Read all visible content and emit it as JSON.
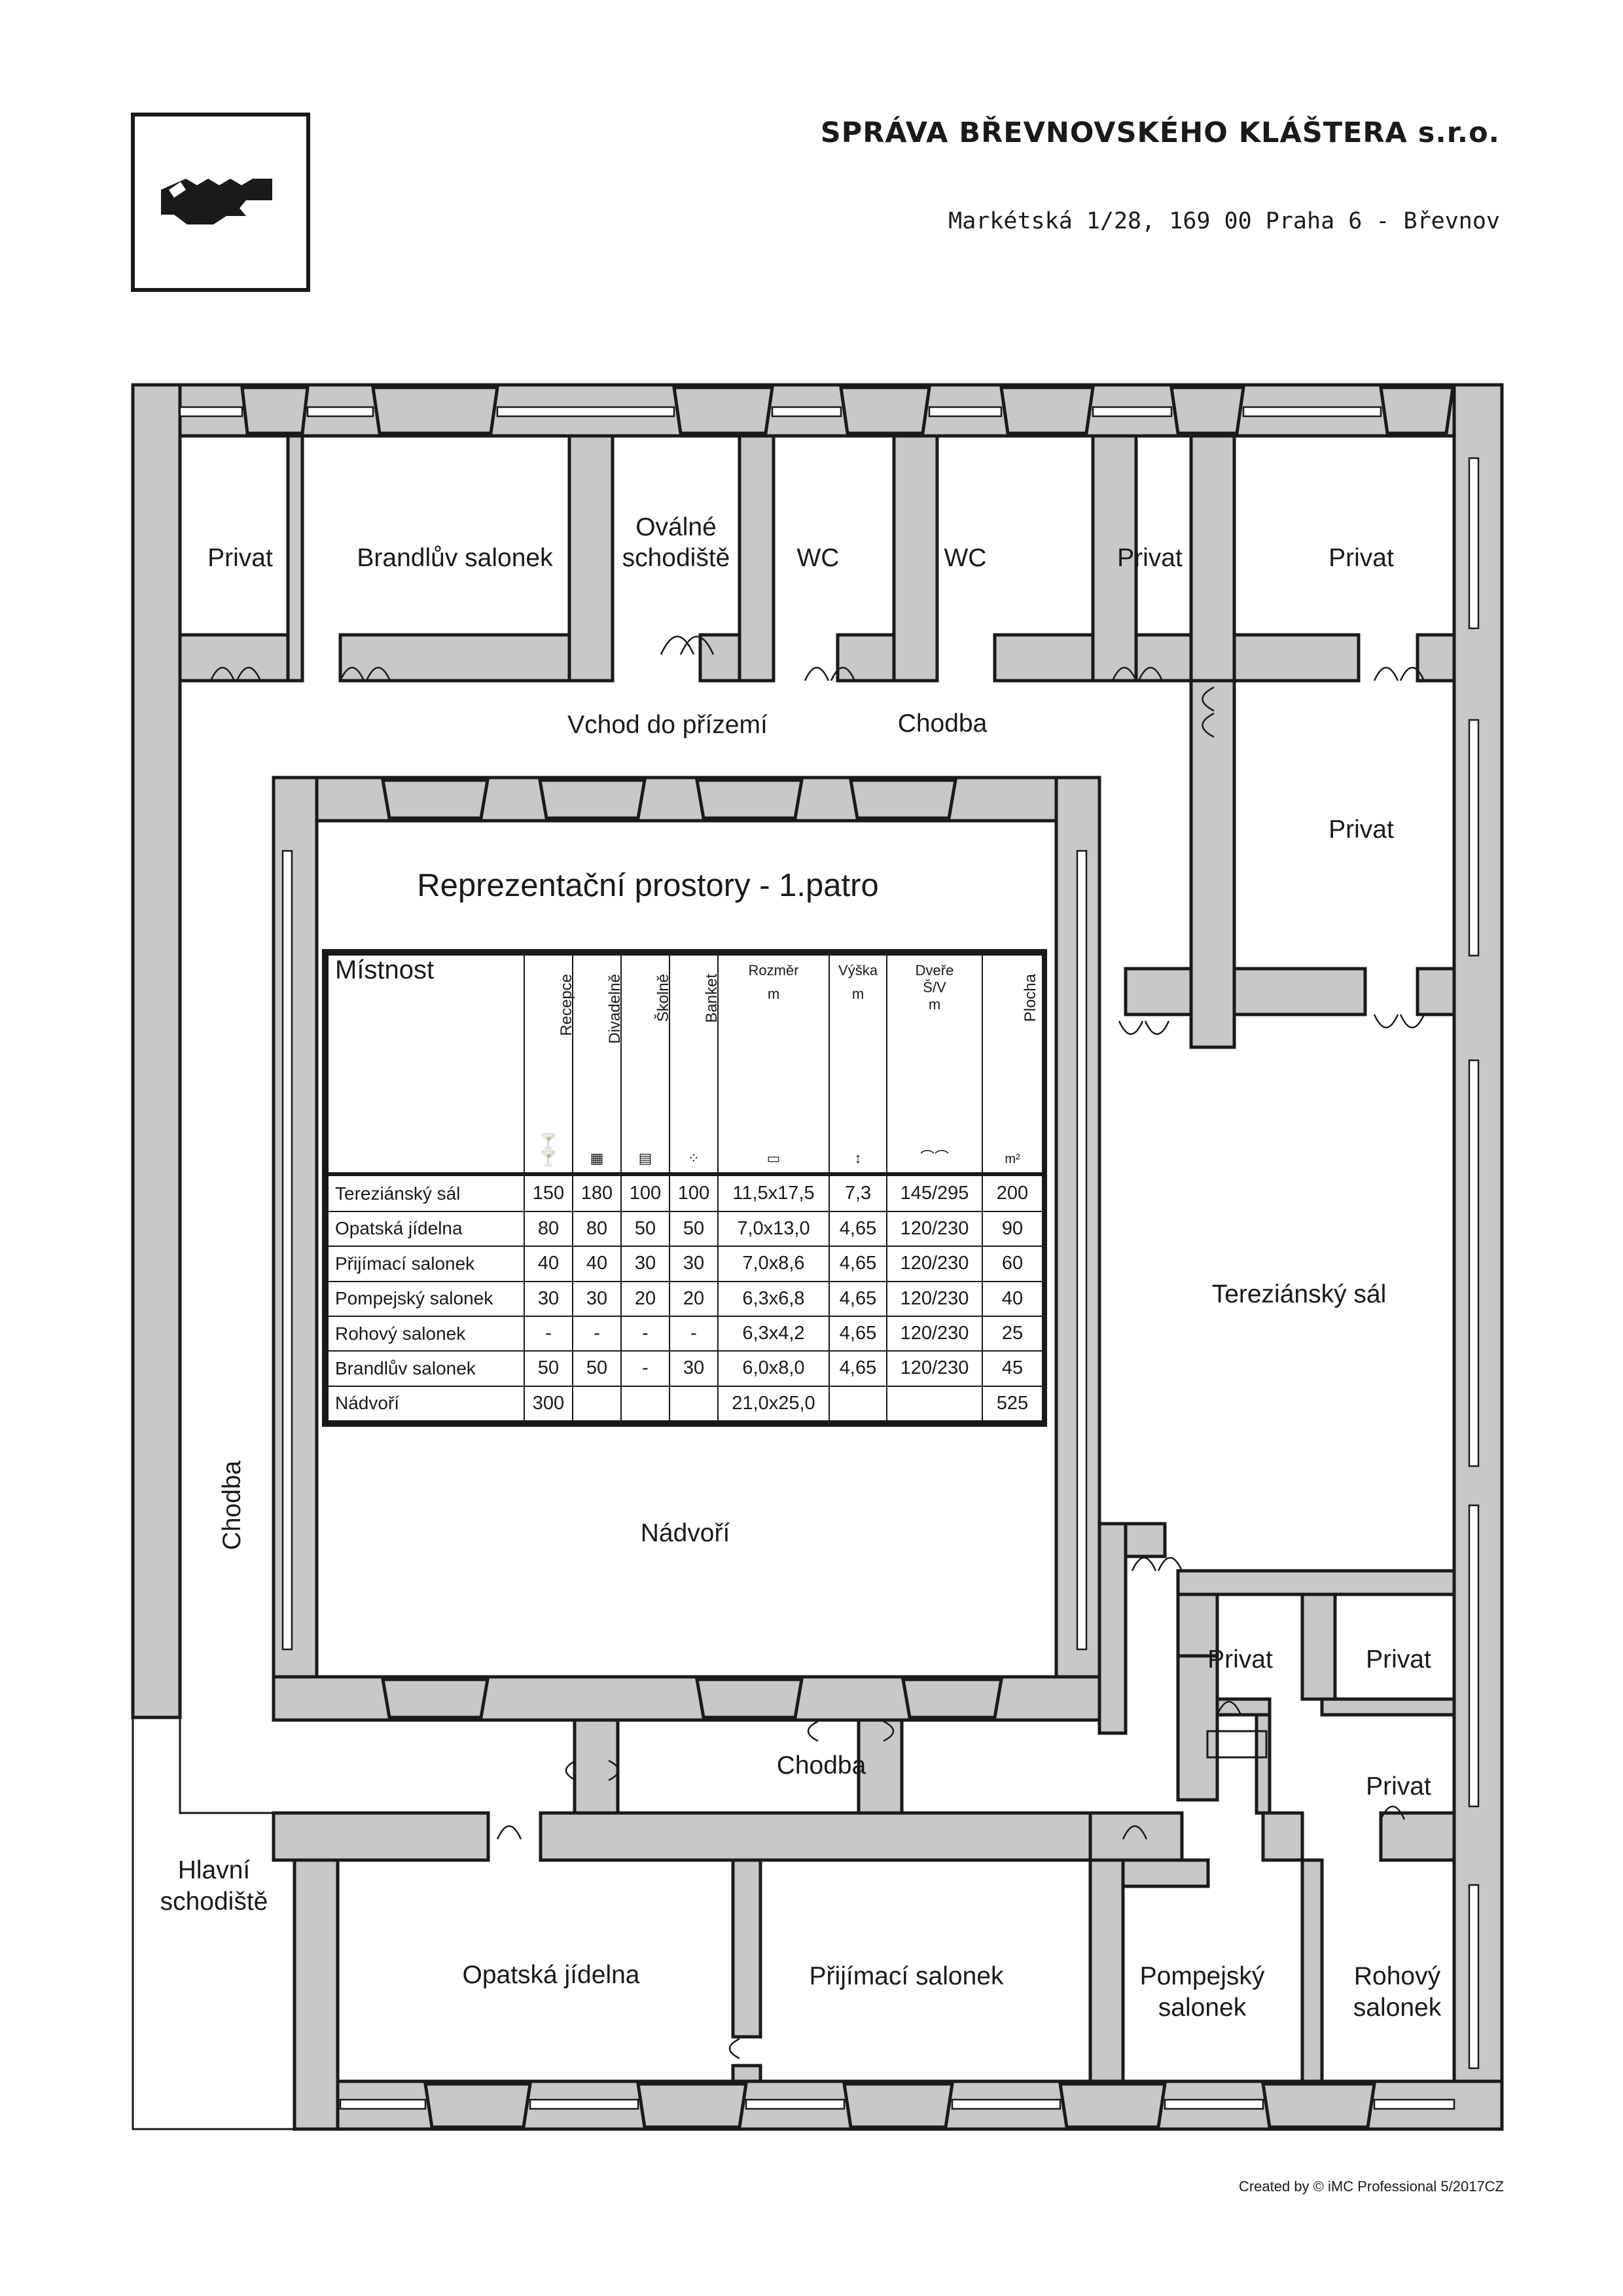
{
  "header": {
    "company": "SPRÁVA BŘEVNOVSKÉHO KLÁŠTERA s.r.o.",
    "address": "Markétská 1/28, 169 00 Praha 6 - Břevnov"
  },
  "footer": {
    "credit": "Created by © iMC Professional 5/2017CZ"
  },
  "rooms": {
    "privat_1": "Privat",
    "brandluv": "Brandlův salonek",
    "ovalne_1": "Oválné",
    "ovalne_2": "schodiště",
    "wc_1": "WC",
    "wc_2": "WC",
    "privat_2": "Privat",
    "privat_3": "Privat",
    "vchod": "Vchod do přízemí",
    "chodba_top": "Chodba",
    "privat_4": "Privat",
    "chodba_left": "Chodba",
    "tereziansky": "Tereziánský sál",
    "nadvori": "Nádvoří",
    "privat_5": "Privat",
    "privat_6": "Privat",
    "privat_7": "Privat",
    "chodba_bottom": "Chodba",
    "hlavni_1": "Hlavní",
    "hlavni_2": "schodiště",
    "opatska": "Opatská jídelna",
    "prijimaci": "Přijímací salonek",
    "pompejsky_1": "Pompejský",
    "pompejsky_2": "salonek",
    "rohovy_1": "Rohový",
    "rohovy_2": "salonek"
  },
  "table": {
    "title": "Reprezentační prostory - 1.patro",
    "headers": {
      "room": "Místnost",
      "recepce": "Recepce",
      "divadelne": "Divadelně",
      "skolne": "Školně",
      "banket": "Banket",
      "rozmer": "Rozměr",
      "rozmer_unit": "m",
      "vyska": "Výška",
      "vyska_unit": "m",
      "dvere": "Dveře",
      "dvere_2": "Š/V",
      "dvere_unit": "m",
      "plocha": "Plocha",
      "plocha_unit": "m²"
    },
    "rows": [
      [
        "Tereziánský sál",
        "150",
        "180",
        "100",
        "100",
        "11,5x17,5",
        "7,3",
        "145/295",
        "200"
      ],
      [
        "Opatská jídelna",
        "80",
        "80",
        "50",
        "50",
        "7,0x13,0",
        "4,65",
        "120/230",
        "90"
      ],
      [
        "Přijímací salonek",
        "40",
        "40",
        "30",
        "30",
        "7,0x8,6",
        "4,65",
        "120/230",
        "60"
      ],
      [
        "Pompejský salonek",
        "30",
        "30",
        "20",
        "20",
        "6,3x6,8",
        "4,65",
        "120/230",
        "40"
      ],
      [
        "Rohový salonek",
        "-",
        "-",
        "-",
        "-",
        "6,3x4,2",
        "4,65",
        "120/230",
        "25"
      ],
      [
        "Brandlův salonek",
        "50",
        "50",
        "-",
        "30",
        "6,0x8,0",
        "4,65",
        "120/230",
        "45"
      ],
      [
        "Nádvoří",
        "300",
        "",
        "",
        "",
        "21,0x25,0",
        "",
        "",
        "525"
      ]
    ]
  }
}
